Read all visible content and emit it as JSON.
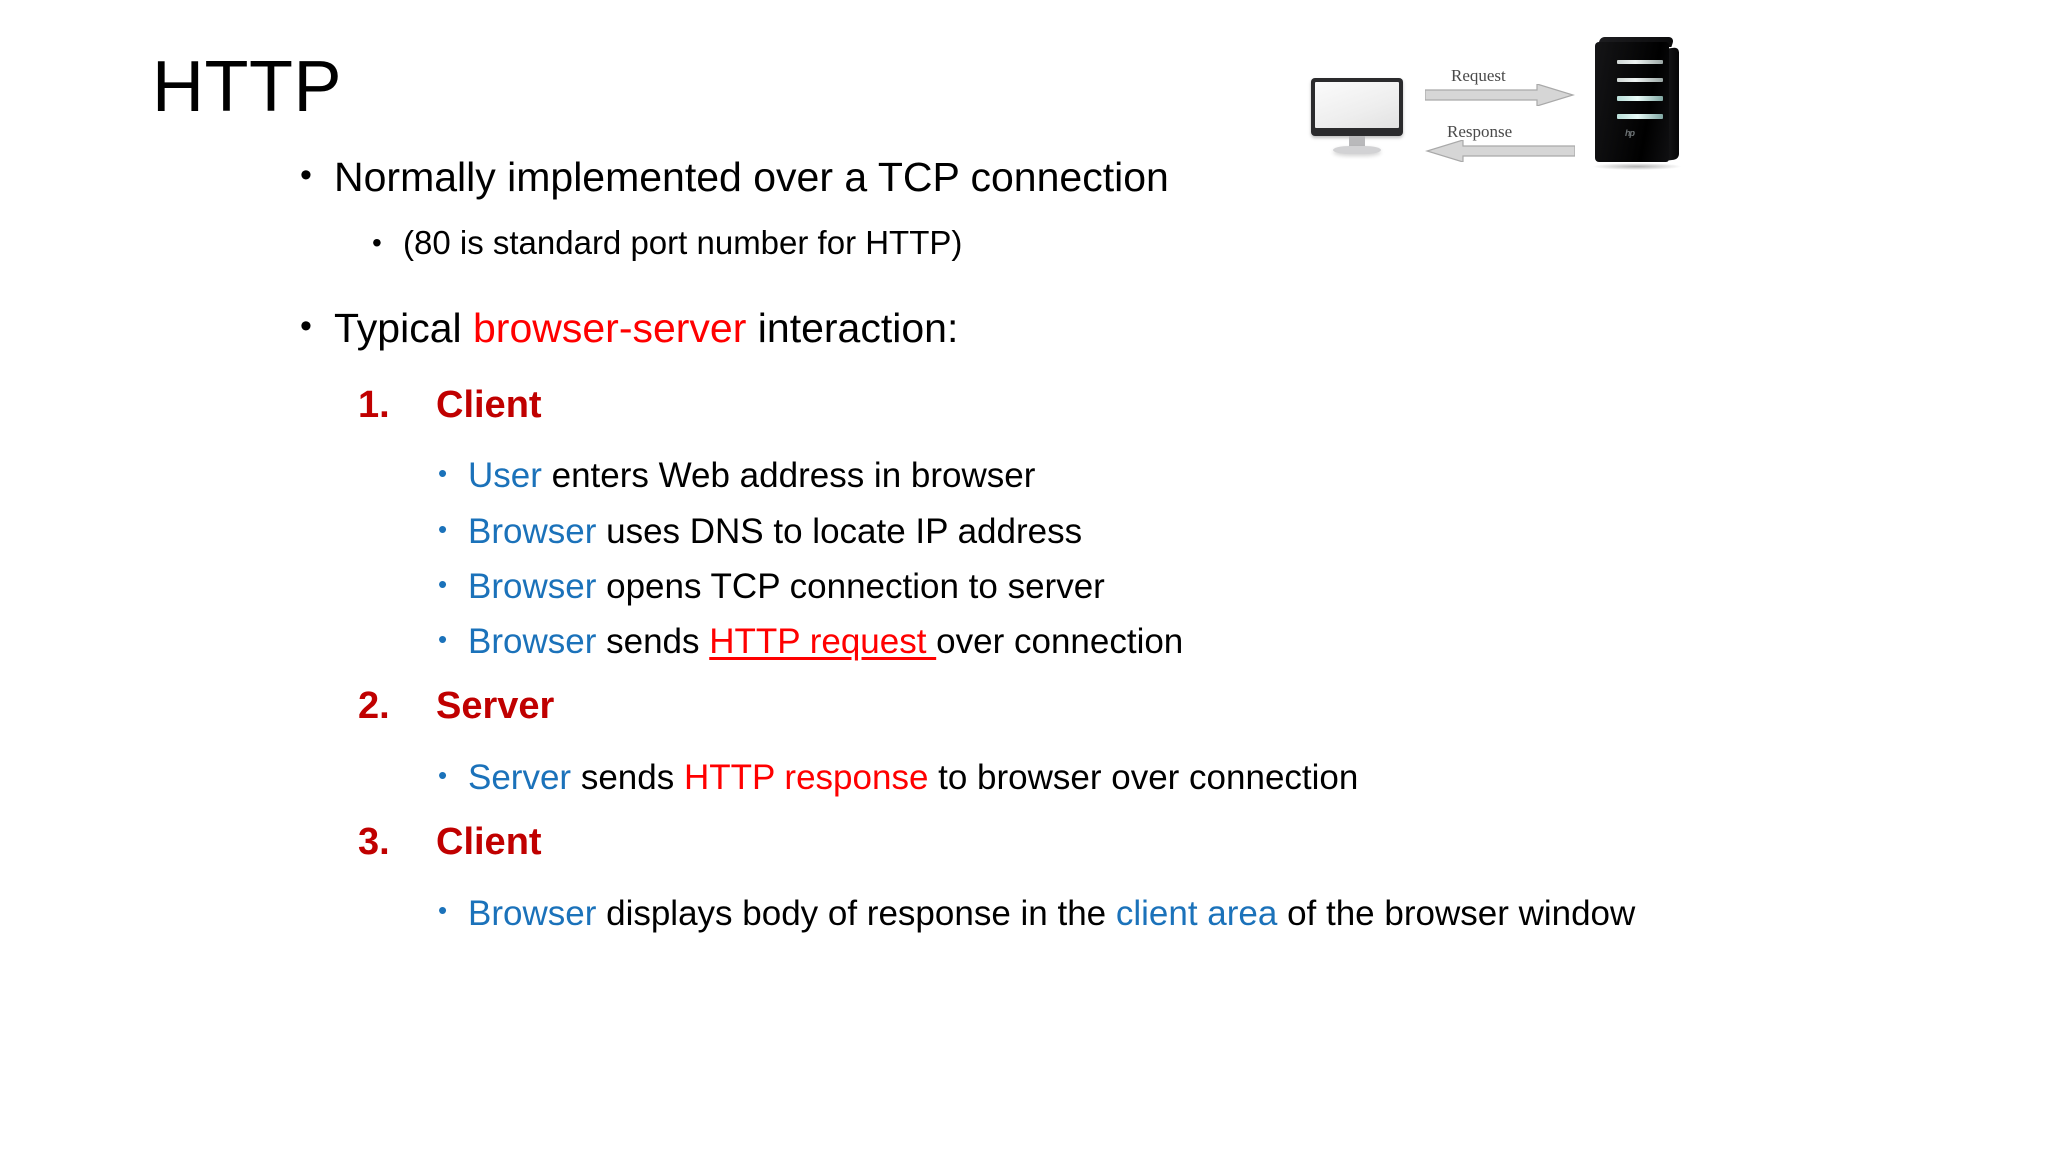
{
  "slide": {
    "title": "HTTP",
    "background_color": "#FFFFFF"
  },
  "colors": {
    "text": "#000000",
    "accent_blue": "#1B72BA",
    "accent_red_bright": "#FF0000",
    "accent_red_dark": "#C00000"
  },
  "body": {
    "bullet_glyph": "•",
    "b1": {
      "marker": "•",
      "text": "Normally implemented over a TCP connection"
    },
    "b2": {
      "marker": "•",
      "text": "(80 is standard port number for HTTP)"
    },
    "b3": {
      "marker": "•",
      "pre": "Typical ",
      "highlight": "browser-server",
      "post": " interaction:"
    },
    "step1": {
      "number": "1.",
      "label": "Client"
    },
    "step1_items": [
      {
        "marker": "•",
        "subject": "User",
        "rest": " enters Web address in browser"
      },
      {
        "marker": "•",
        "subject": "Browser",
        "rest": " uses DNS to locate IP address"
      },
      {
        "marker": "•",
        "subject": "Browser",
        "rest": " opens TCP connection to server"
      }
    ],
    "step1_item4": {
      "marker": "•",
      "subject": "Browser",
      "mid": " sends ",
      "emphasis": "HTTP request ",
      "rest": "over connection"
    },
    "step2": {
      "number": "2.",
      "label": "Server"
    },
    "step2_item1": {
      "marker": "•",
      "subject": "Server",
      "mid": " sends ",
      "emphasis": "HTTP response",
      "rest": " to browser over connection"
    },
    "step3": {
      "number": "3.",
      "label": "Client"
    },
    "step3_item1": {
      "marker": "•",
      "subject": "Browser",
      "mid": " displays body of response in the ",
      "emphasis": "client area",
      "rest": " of the browser window"
    }
  },
  "diagram": {
    "request_label": "Request",
    "response_label": "Response",
    "server_logo": "hp",
    "icons": {
      "monitor": "monitor-icon",
      "server": "server-tower-icon",
      "arrow_right": "arrow-right-icon",
      "arrow_left": "arrow-left-icon"
    }
  }
}
